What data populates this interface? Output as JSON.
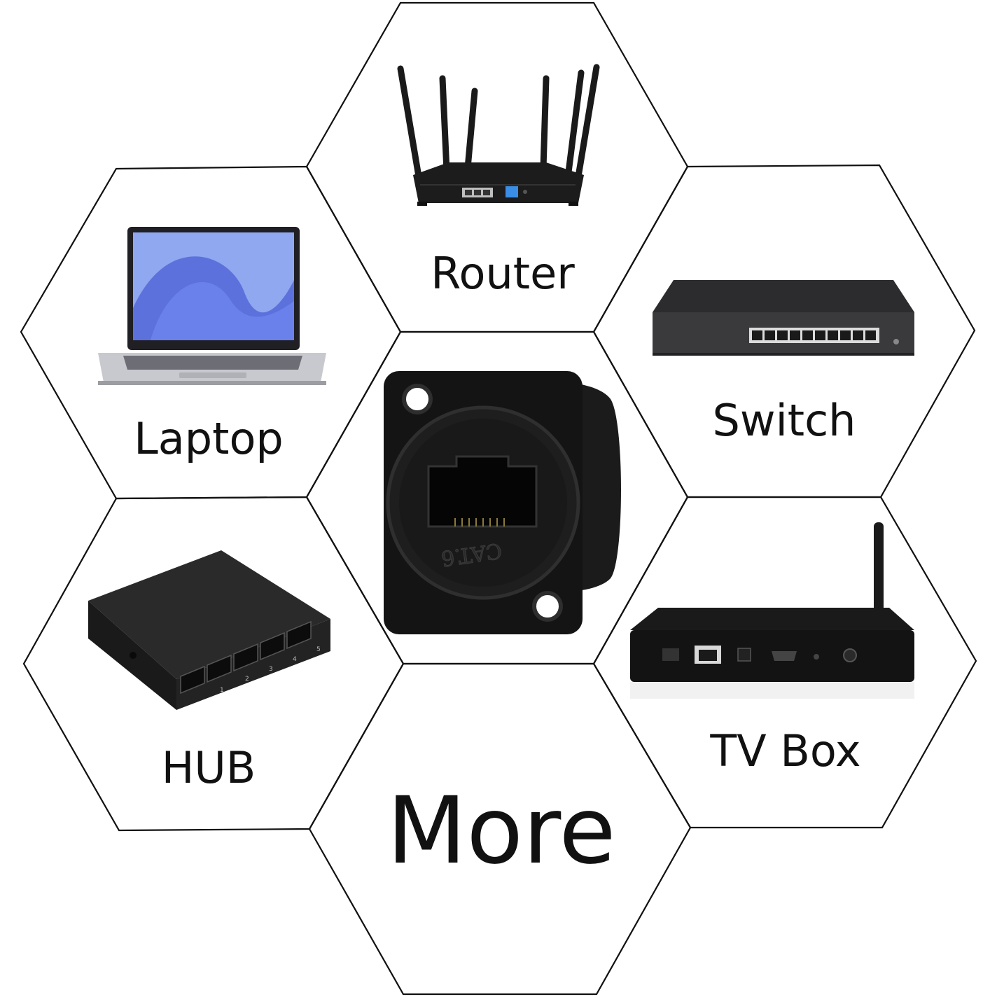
{
  "cells": {
    "router": {
      "label": "Router",
      "icon": "router-icon"
    },
    "laptop": {
      "label": "Laptop",
      "icon": "laptop-icon"
    },
    "switch": {
      "label": "Switch",
      "icon": "network-switch-icon"
    },
    "connector": {
      "engraving": "CAT.6",
      "icon": "rj45-cat6-panel-connector-icon"
    },
    "hub": {
      "label": "HUB",
      "icon": "ethernet-hub-icon",
      "port_numbers": [
        "1",
        "2",
        "3",
        "4",
        "5"
      ]
    },
    "tvbox": {
      "label": "TV Box",
      "icon": "tv-box-icon"
    },
    "more": {
      "label": "More"
    }
  },
  "colors": {
    "background": "#ffffff",
    "outline": "#111111",
    "device": "#1c1c1c",
    "laptop_screen": "#8fa8f0"
  }
}
